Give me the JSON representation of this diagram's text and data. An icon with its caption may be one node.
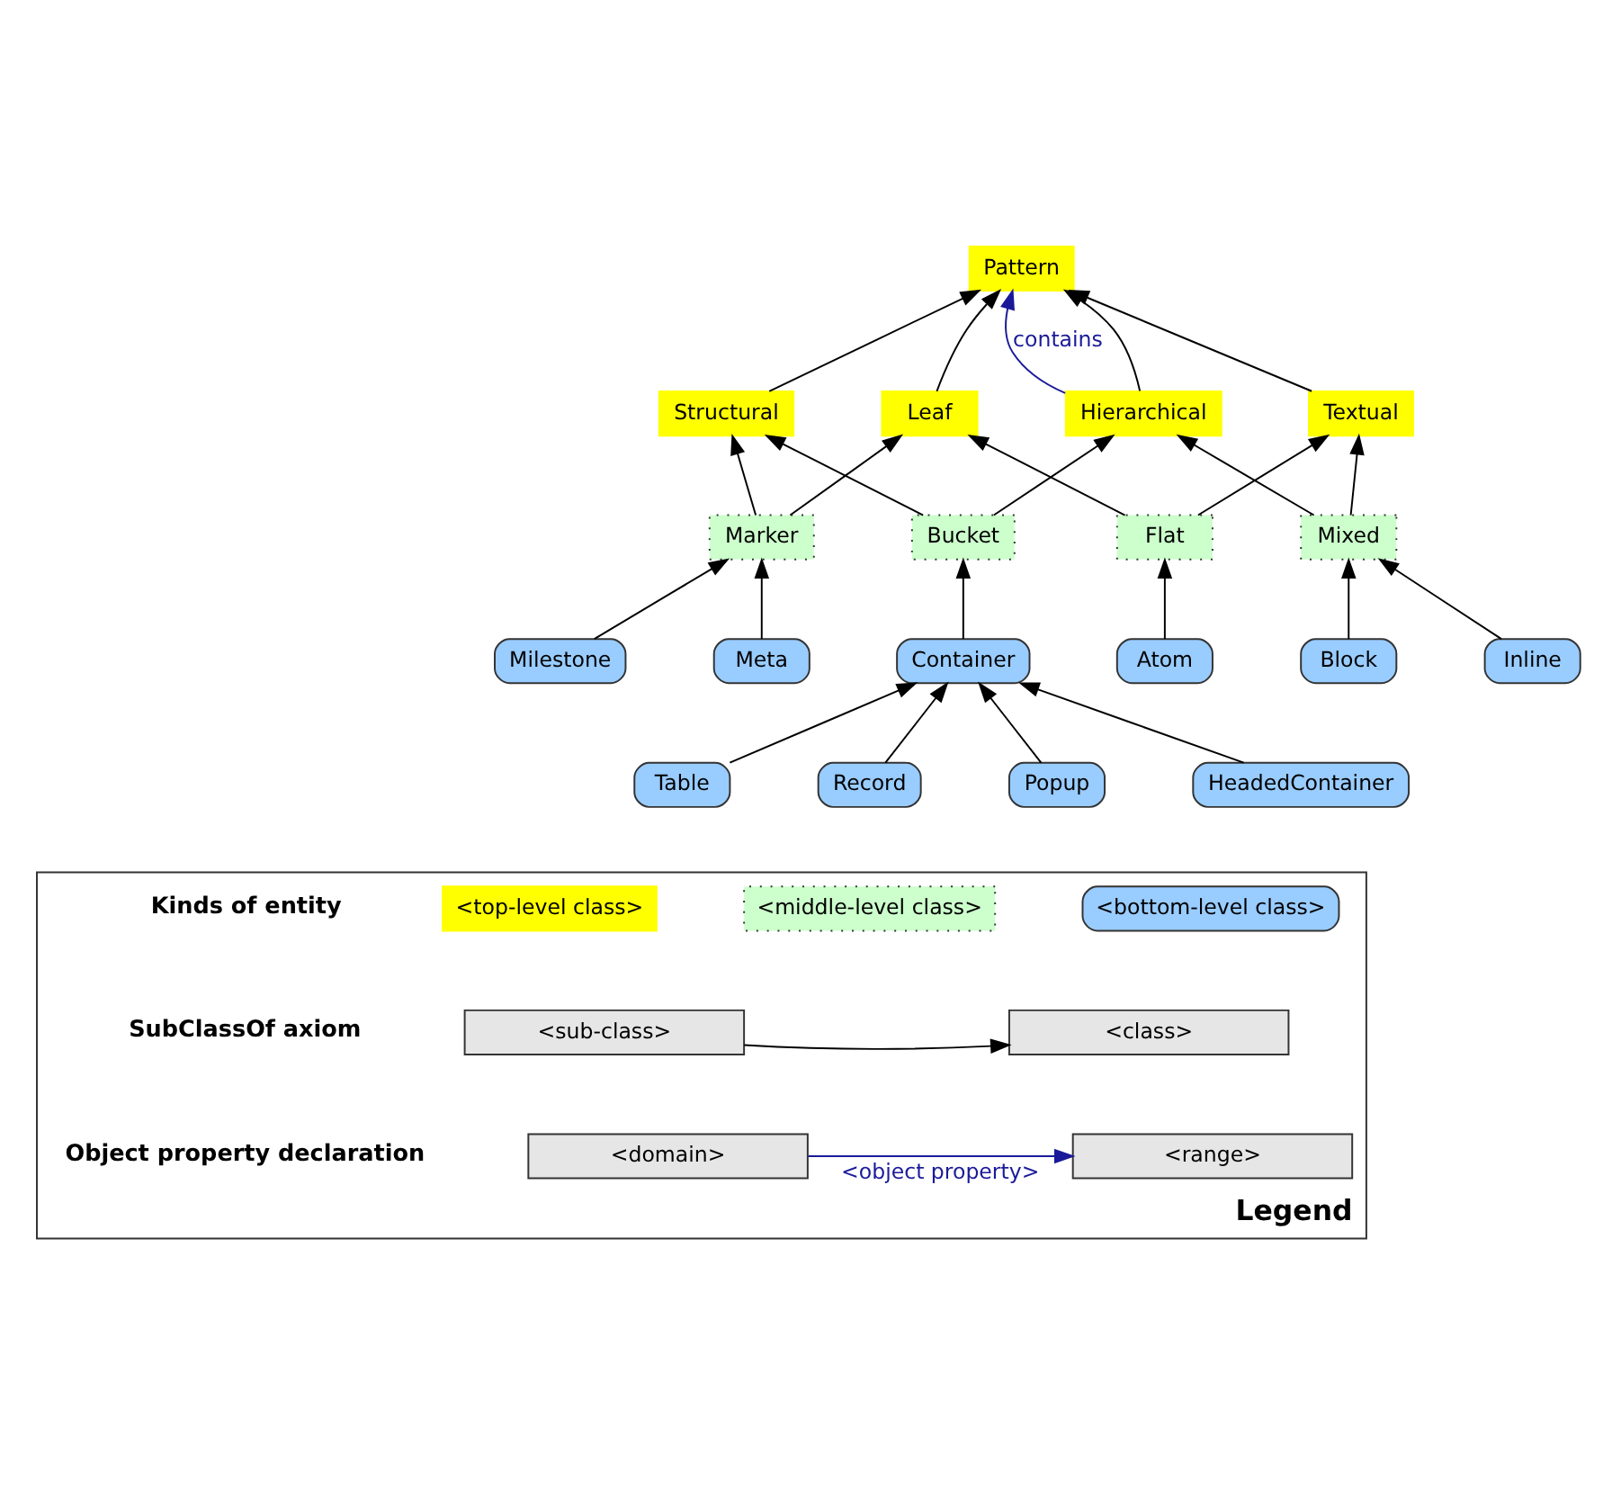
{
  "diagram": {
    "nodes": [
      {
        "text": [
          "Pattern"
        ]
      },
      {
        "text": [
          "Structural"
        ]
      },
      {
        "text": [
          "Leaf"
        ]
      },
      {
        "text": [
          "Hierarchical"
        ]
      },
      {
        "text": [
          "Textual"
        ]
      },
      {
        "text": [
          "Marker"
        ]
      },
      {
        "text": [
          "Bucket"
        ]
      },
      {
        "text": [
          "Flat"
        ]
      },
      {
        "text": [
          "Mixed"
        ]
      },
      {
        "text": [
          "Milestone"
        ]
      },
      {
        "text": [
          "Meta"
        ]
      },
      {
        "text": [
          "Container"
        ]
      },
      {
        "text": [
          "Atom"
        ]
      },
      {
        "text": [
          "Block"
        ]
      },
      {
        "text": [
          "Inline"
        ]
      },
      {
        "text": [
          "Table"
        ]
      },
      {
        "text": [
          "Record"
        ]
      },
      {
        "text": [
          "Popup"
        ]
      },
      {
        "text": [
          "HeadedContainer"
        ]
      },
      {
        "text": [
          "Legend"
        ]
      },
      {
        "text": [
          "<top-level class>"
        ],
        "in": 19
      },
      {
        "text": [
          "<middle-level class>"
        ],
        "in": 19
      },
      {
        "text": [
          "<bottom-level class>"
        ],
        "in": 19
      },
      {
        "text": [
          "<sub-class>"
        ],
        "in": 19
      },
      {
        "text": [
          "<class>"
        ],
        "in": 19
      },
      {
        "text": [
          "<domain>"
        ],
        "in": 19
      },
      {
        "text": [
          "<range>"
        ],
        "in": 19
      }
    ],
    "edges": [
      {
        "from": 1,
        "to": 0,
        "arrow": "to"
      },
      {
        "from": 2,
        "to": 0,
        "arrow": "to"
      },
      {
        "from": 3,
        "to": 0,
        "arrow": "to"
      },
      {
        "from": 3,
        "to": 0,
        "arrow": "to",
        "label": "contains",
        "color": "#1a1a99"
      },
      {
        "from": 4,
        "to": 0,
        "arrow": "to"
      },
      {
        "from": 5,
        "to": 1,
        "arrow": "to"
      },
      {
        "from": 5,
        "to": 2,
        "arrow": "to"
      },
      {
        "from": 6,
        "to": 1,
        "arrow": "to"
      },
      {
        "from": 6,
        "to": 3,
        "arrow": "to"
      },
      {
        "from": 7,
        "to": 2,
        "arrow": "to"
      },
      {
        "from": 7,
        "to": 4,
        "arrow": "to"
      },
      {
        "from": 8,
        "to": 3,
        "arrow": "to"
      },
      {
        "from": 8,
        "to": 4,
        "arrow": "to"
      },
      {
        "from": 9,
        "to": 5,
        "arrow": "to"
      },
      {
        "from": 10,
        "to": 5,
        "arrow": "to"
      },
      {
        "from": 11,
        "to": 6,
        "arrow": "to"
      },
      {
        "from": 12,
        "to": 7,
        "arrow": "to"
      },
      {
        "from": 13,
        "to": 8,
        "arrow": "to"
      },
      {
        "from": 14,
        "to": 8,
        "arrow": "to"
      },
      {
        "from": 15,
        "to": 11,
        "arrow": "to"
      },
      {
        "from": 16,
        "to": 11,
        "arrow": "to"
      },
      {
        "from": 17,
        "to": 11,
        "arrow": "to"
      },
      {
        "from": 18,
        "to": 11,
        "arrow": "to"
      },
      {
        "from": 23,
        "to": 24,
        "arrow": "to"
      },
      {
        "from": 25,
        "to": 26,
        "arrow": "to",
        "label": "<object property>",
        "color": "#1a1a99"
      }
    ],
    "labels": [
      "Kinds of entity",
      "SubClassOf axiom",
      "Object property declaration"
    ]
  }
}
